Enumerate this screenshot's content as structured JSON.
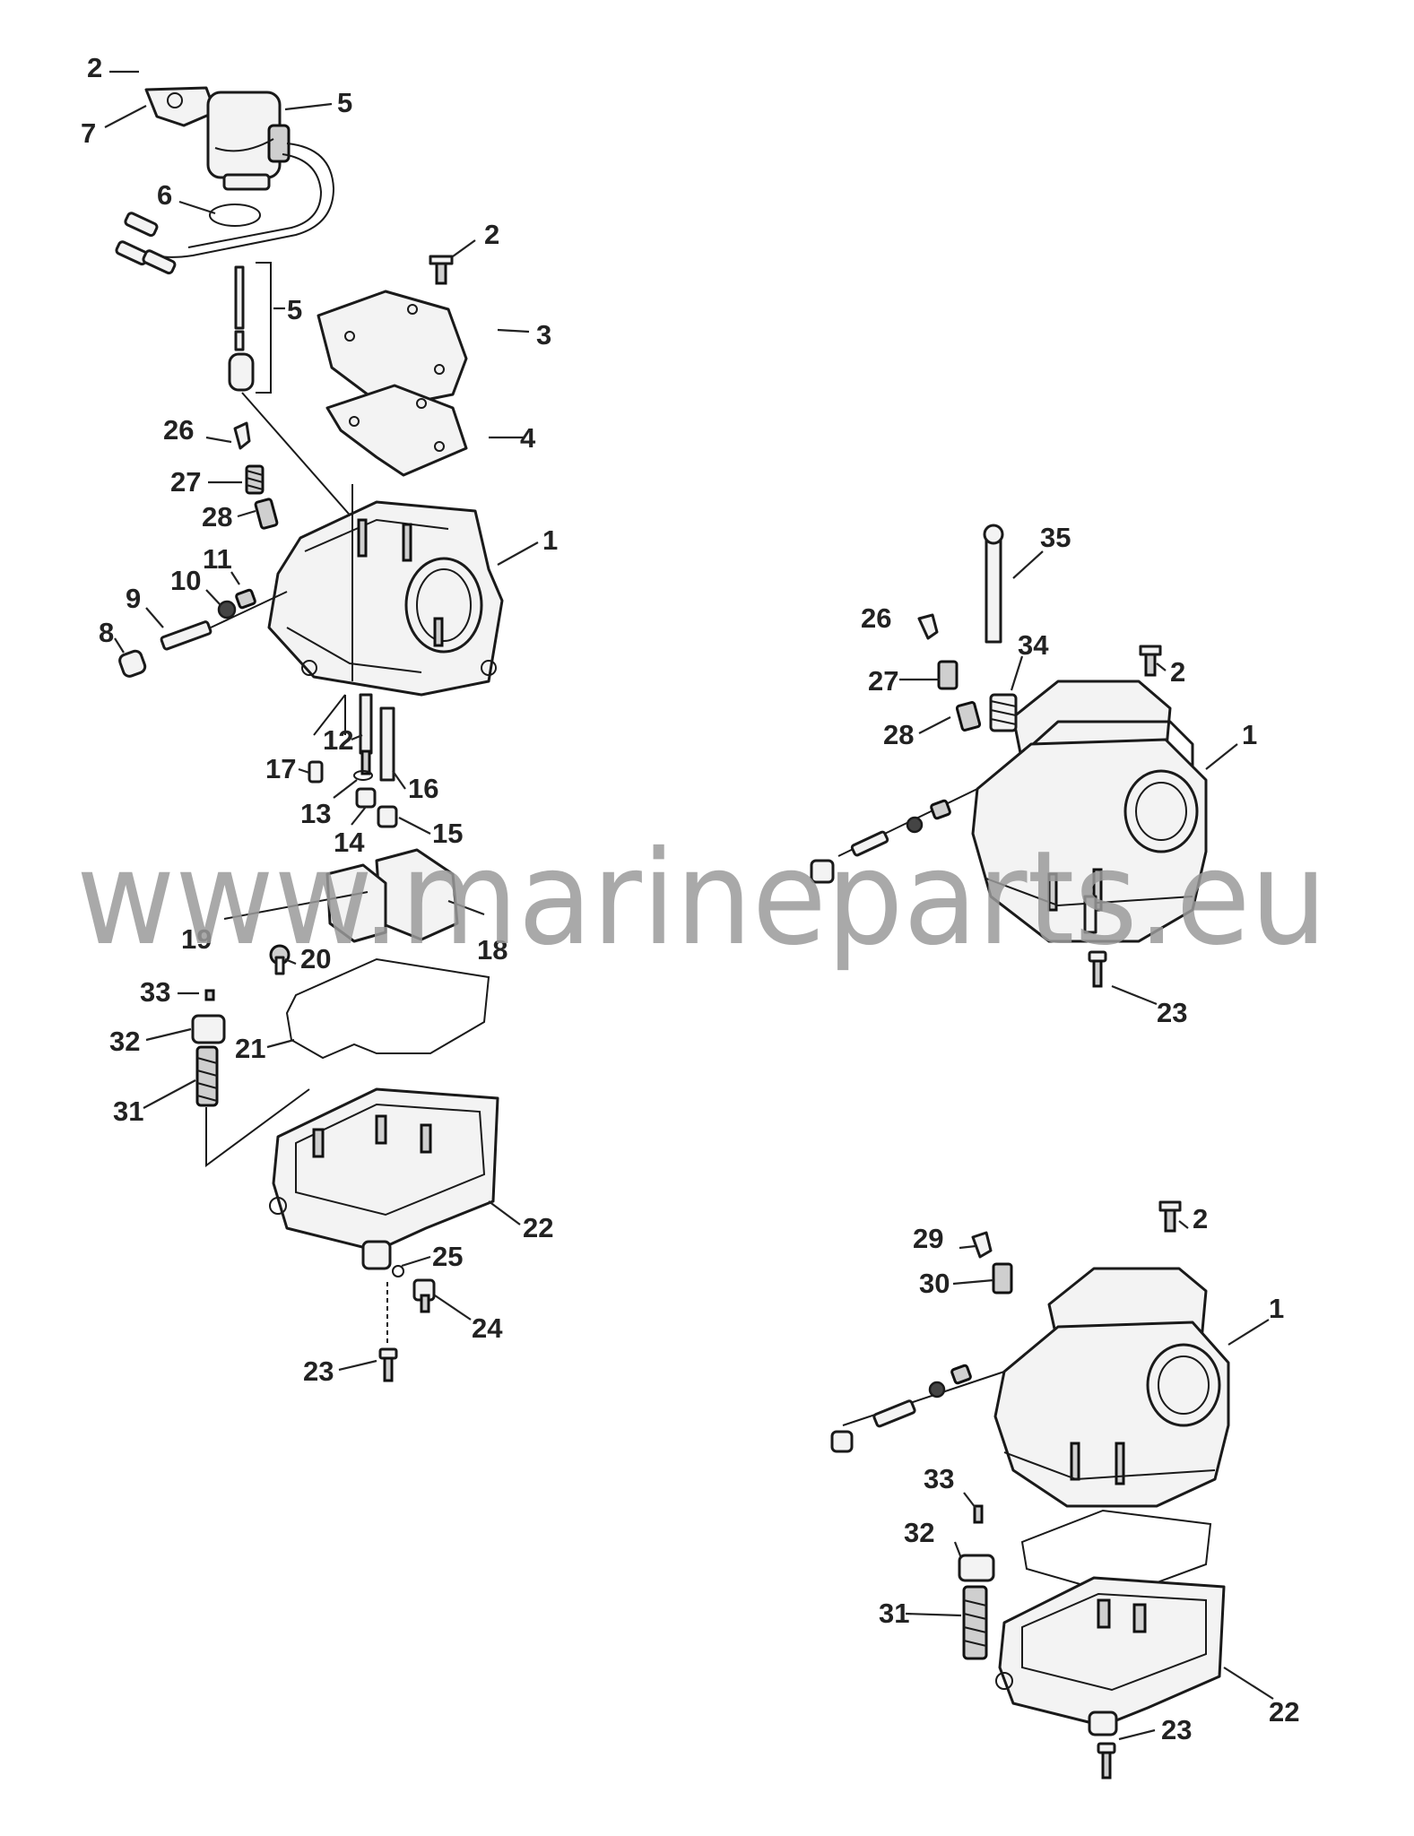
{
  "watermark": "www.marineparts.eu",
  "callouts": {
    "a2": "2",
    "a7": "7",
    "a5": "5",
    "a6": "6",
    "a5b": "5",
    "a2b": "2",
    "a3": "3",
    "a4": "4",
    "a26": "26",
    "a27": "27",
    "a28": "28",
    "a1": "1",
    "a11": "11",
    "a10": "10",
    "a9": "9",
    "a8": "8",
    "a12": "12",
    "a17": "17",
    "a16": "16",
    "a13": "13",
    "a15": "15",
    "a14": "14",
    "a19": "19",
    "a18": "18",
    "a20": "20",
    "a33": "33",
    "a32": "32",
    "a21": "21",
    "a31": "31",
    "a22": "22",
    "a25": "25",
    "a24": "24",
    "a23": "23",
    "b35": "35",
    "b26": "26",
    "b34": "34",
    "b2": "2",
    "b27": "27",
    "b28": "28",
    "b1": "1",
    "b23": "23",
    "c2": "2",
    "c29": "29",
    "c30": "30",
    "c1": "1",
    "c33": "33",
    "c32": "32",
    "c31": "31",
    "c22": "22",
    "c23": "23"
  }
}
